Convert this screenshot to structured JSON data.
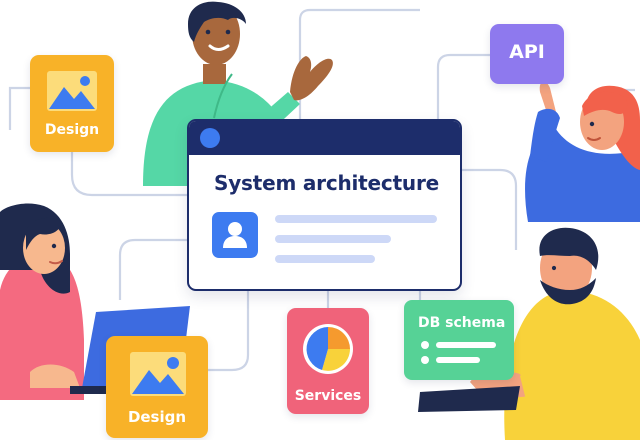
{
  "tiles": {
    "design_top": {
      "label": "Design"
    },
    "design_bottom": {
      "label": "Design"
    },
    "api": {
      "label": "API"
    },
    "services": {
      "label": "Services"
    },
    "db_schema": {
      "label": "DB schema"
    }
  },
  "main_window": {
    "title": "System architecture"
  },
  "colors": {
    "design": "#f8b228",
    "api": "#8e79ee",
    "services": "#f0637a",
    "db_schema": "#56d296",
    "window_bar": "#1d2d6b",
    "accent_blue": "#3d7bf0"
  },
  "icons": [
    "image-icon",
    "pie-chart-icon",
    "user-profile-icon",
    "window-dot-icon"
  ]
}
